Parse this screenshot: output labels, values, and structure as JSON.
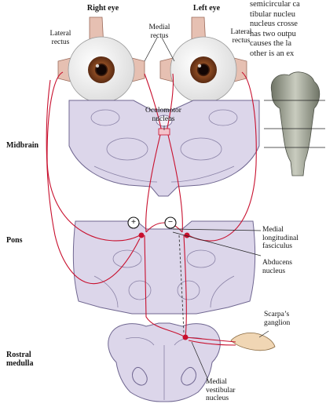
{
  "eyes": {
    "right": "Right eye",
    "left": "Left eye"
  },
  "muscles": {
    "lateral_rectus_right": [
      "Lateral",
      "rectus"
    ],
    "medial_rectus": [
      "Medial",
      "rectus"
    ],
    "lateral_rectus_left": [
      "Lateral",
      "rectus"
    ]
  },
  "nuclei": {
    "oculomotor": [
      "Oculomotor",
      "nucleus"
    ],
    "mlf": [
      "Medial",
      "longitudinal",
      "fasciculus"
    ],
    "abducens": [
      "Abducens",
      "nucleus"
    ],
    "scarpa": [
      "Scarpa’s",
      "ganglion"
    ],
    "medial_vestibular": [
      "Medial",
      "vestibular",
      "nucleus"
    ]
  },
  "levels": {
    "midbrain": "Midbrain",
    "pons": "Pons",
    "rostral_medulla": [
      "Rostral",
      "medulla"
    ]
  },
  "signs": {
    "plus": "+",
    "minus": "−"
  },
  "text_fragment": [
    "semicircular ca",
    "tibular nucleu",
    "nucleus crosse",
    "has two outpu",
    "causes the la",
    "other is an ex"
  ],
  "colors": {
    "pathway": "#c8102e",
    "tissue": "#dcd6ea",
    "tissue_line": "#6f6690",
    "muscle": "#e8c4b8",
    "iris": "#7a3d1f"
  }
}
